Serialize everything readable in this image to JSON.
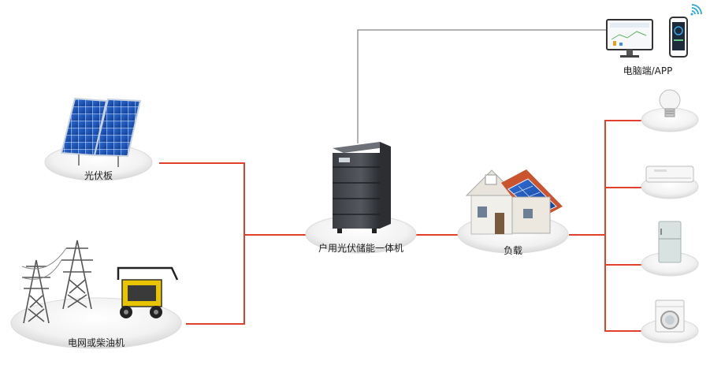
{
  "nodes": {
    "pv_panel": {
      "label": "光伏板"
    },
    "grid_generator": {
      "label": "电网或柴油机"
    },
    "inverter": {
      "label": "户用光伏储能一体机"
    },
    "load": {
      "label": "负载"
    },
    "monitor": {
      "label": "电脑端/APP"
    }
  },
  "appliances": [
    "light-bulb-icon",
    "air-conditioner-icon",
    "refrigerator-icon",
    "washing-machine-icon"
  ],
  "colors": {
    "power_line": "#e0402c",
    "comm_line": "#9a9a9a"
  }
}
